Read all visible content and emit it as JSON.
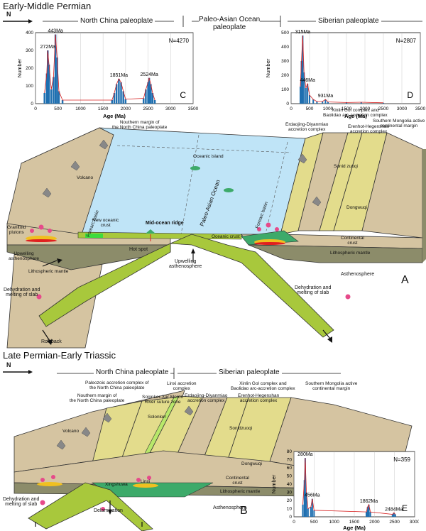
{
  "panel_a": {
    "title": "Early-Middle Permian",
    "north_label": "N",
    "headers": {
      "left": "North China paleoplate",
      "middle": "Paleo-Asian Ocean\npaleoplate",
      "right": "Siberian paleoplate"
    },
    "letter": "A",
    "labels": {
      "northern_margin": "Nouthern margin of\nthe North China paleoplate",
      "volcano": "Volcano",
      "oceanic_island": "Oceanic island",
      "paleo_asian_ocean": "Paleo-Asian Ocean",
      "forearc_basin_1": "Forearc basin",
      "forearc_basin_2": "Forearc basin",
      "new_oceanic_crust": "New oceanic\ncrust",
      "mid_ocean_ridge": "Mid-ocean ridge",
      "oceanic_crust": "Oceanic crust",
      "granitoid_plutons": "Granitoid\nplutons",
      "upwelling_1": "Upwelling\nasthenosphere",
      "hot_spot": "Hot spot",
      "upwelling_2": "Upwelling\nasthenosphere",
      "lithospheric_mantle_left": "Lithospheric mantle",
      "lithospheric_mantle_right": "Lithospheric mantle",
      "continental_crust": "Continental\ncrust",
      "asthenosphere": "Asthenosphere",
      "dehydration_left": "Dehydration and\nmelting of slab",
      "dehydration_right": "Dehydration and\nmelting of slab",
      "roll_back": "Roll back",
      "xinlin": "Xinlin Gol complex and\nBaolidao arc-accretion complex",
      "southern_mongolia": "Southern Mongolia active\ncontinental margin",
      "erdaojing": "Erdaojing-Diyanmiao\naccretion complex",
      "erenhot": "Erenhot-Hegenshan\naccretion complex",
      "sonid_zuoqi": "Sonid zuoqi",
      "dongwuqi": "Dongwuqi"
    }
  },
  "panel_b": {
    "title": "Late Permian-Early Triassic",
    "north_label": "N",
    "headers": {
      "left": "North China paleoplate",
      "right": "Siberian paleoplate"
    },
    "letter": "B",
    "labels": {
      "paleozoic": "Paleozoic accretion complex of\nthe North China paleoplate",
      "linxi_complex": "Linxi accretion\ncomplex",
      "xinlin": "Xinlin Gol complex and\nBaolidao arc-accretion complex",
      "southern_mongolia": "Southern Mongolia active\ncontinental margin",
      "northern_margin": "Nouthern margin of\nthe North China paleoplate",
      "solonker_suture": "Solonker-Xar Moron\nRiver suture zone",
      "erdaojing": "Erdaojing-Diyanmiao\naccretion complex",
      "erenhot": "Erenhot-Hegenshan\naccretion complex",
      "solonker": "Solonker",
      "volcano": "Volcano",
      "sonidzuoqi": "Sonidzuoqi",
      "dongwuqi": "Dongwuqi",
      "xingshuwa": "Xingshuwa",
      "linxi": "Linxi",
      "continental_crust": "Continental\ncrust",
      "lithospheric_mantle": "Lithospheric mantle",
      "asthenosphere": "Asthenosphere",
      "dehydration": "Dehydration and\nmelting of slab",
      "delamination": "Delamination"
    }
  },
  "colors": {
    "ocean": "#bfe4f7",
    "crust": "#d5c4a1",
    "arc": "#e3dc8c",
    "mantle": "#8c8c6a",
    "slab": "#a8c83c",
    "suture": "#3daa6a",
    "hist": "#1f6fb0",
    "peak": "#d62020"
  },
  "chart_data": [
    {
      "type": "bar",
      "panel": "C",
      "n_label": "N=4270",
      "xlabel": "Age (Ma)",
      "ylabel": "Number",
      "xlim": [
        0,
        3500
      ],
      "ylim": [
        0,
        400
      ],
      "xticks": [
        "0",
        "500",
        "1000",
        "1500",
        "2000",
        "2500",
        "3000",
        "3500"
      ],
      "yticks": [
        "0",
        "100",
        "200",
        "300",
        "400"
      ],
      "peaks": [
        {
          "label": "272Ma",
          "x": 272,
          "y": 300
        },
        {
          "label": "443Ma",
          "x": 443,
          "y": 390
        },
        {
          "label": "1851Ma",
          "x": 1851,
          "y": 140
        },
        {
          "label": "2524Ma",
          "x": 2524,
          "y": 145
        }
      ],
      "x": [
        200,
        250,
        272,
        300,
        350,
        400,
        443,
        480,
        520,
        600,
        1700,
        1750,
        1800,
        1851,
        1900,
        1950,
        2000,
        2400,
        2450,
        2500,
        2524,
        2560,
        2600,
        2650
      ],
      "values": [
        60,
        170,
        300,
        220,
        80,
        150,
        390,
        260,
        70,
        20,
        20,
        60,
        110,
        140,
        120,
        70,
        25,
        30,
        80,
        120,
        145,
        110,
        60,
        20
      ]
    },
    {
      "type": "bar",
      "panel": "D",
      "n_label": "N=2807",
      "xlabel": "Age (Ma)",
      "ylabel": "Number",
      "xlim": [
        0,
        3500
      ],
      "ylim": [
        0,
        500
      ],
      "xticks": [
        "0",
        "500",
        "1000",
        "1500",
        "2000",
        "2500",
        "3000",
        "3500"
      ],
      "yticks": [
        "0",
        "100",
        "200",
        "300",
        "400",
        "500"
      ],
      "peaks": [
        {
          "label": "315Ma",
          "x": 315,
          "y": 480
        },
        {
          "label": "446Ma",
          "x": 446,
          "y": 140
        },
        {
          "label": "931Ma",
          "x": 931,
          "y": 30
        }
      ],
      "x": [
        250,
        280,
        315,
        350,
        400,
        446,
        500,
        600,
        700,
        850,
        931,
        1000,
        1500,
        1900,
        2500
      ],
      "values": [
        120,
        300,
        480,
        220,
        110,
        140,
        60,
        30,
        15,
        15,
        30,
        12,
        8,
        10,
        6
      ]
    },
    {
      "type": "bar",
      "panel": "E",
      "n_label": "N=359",
      "xlabel": "Age (Ma)",
      "ylabel": "Number",
      "xlim": [
        0,
        3000
      ],
      "ylim": [
        0,
        80
      ],
      "xticks": [
        "0",
        "500",
        "1000",
        "1500",
        "2000",
        "2500",
        "3000"
      ],
      "yticks": [
        "0",
        "10",
        "20",
        "30",
        "40",
        "50",
        "60",
        "70",
        "80"
      ],
      "peaks": [
        {
          "label": "280Ma",
          "x": 280,
          "y": 72
        },
        {
          "label": "456Ma",
          "x": 456,
          "y": 22
        },
        {
          "label": "1862Ma",
          "x": 1862,
          "y": 15
        },
        {
          "label": "2484Ma",
          "x": 2484,
          "y": 5
        }
      ],
      "x": [
        220,
        260,
        280,
        310,
        350,
        420,
        456,
        500,
        1800,
        1830,
        1862,
        1900,
        2450,
        2484,
        2520
      ],
      "values": [
        15,
        45,
        72,
        30,
        10,
        12,
        22,
        8,
        6,
        12,
        15,
        6,
        3,
        5,
        3
      ]
    }
  ]
}
